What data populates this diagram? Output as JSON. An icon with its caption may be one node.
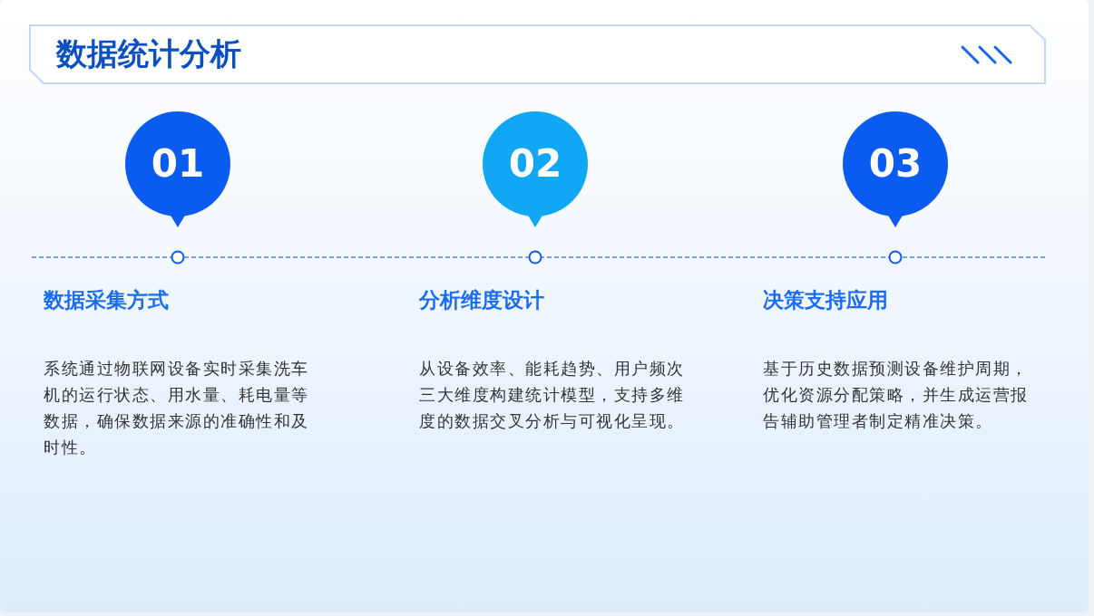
{
  "diagram": {
    "title": "数据统计分析",
    "nodes": [
      {
        "text": [
          "01"
        ],
        "beside": [
          "数据采集方式",
          "系统通过物联网设备实时采集洗车机的运行状态、用水量、耗电量等数据，确保数据来源的准确性和及时性。"
        ]
      },
      {
        "text": [
          "02"
        ],
        "beside": [
          "分析维度设计",
          "从设备效率、能耗趋势、用户频次三大维度构建统计模型，支持多维度的数据交叉分析与可视化呈现。"
        ]
      },
      {
        "text": [
          "03"
        ],
        "beside": [
          "决策支持应用",
          "基于历史数据预测设备维护周期，优化资源分配策略，并生成运营报告辅助管理者制定精准决策。"
        ]
      }
    ]
  }
}
